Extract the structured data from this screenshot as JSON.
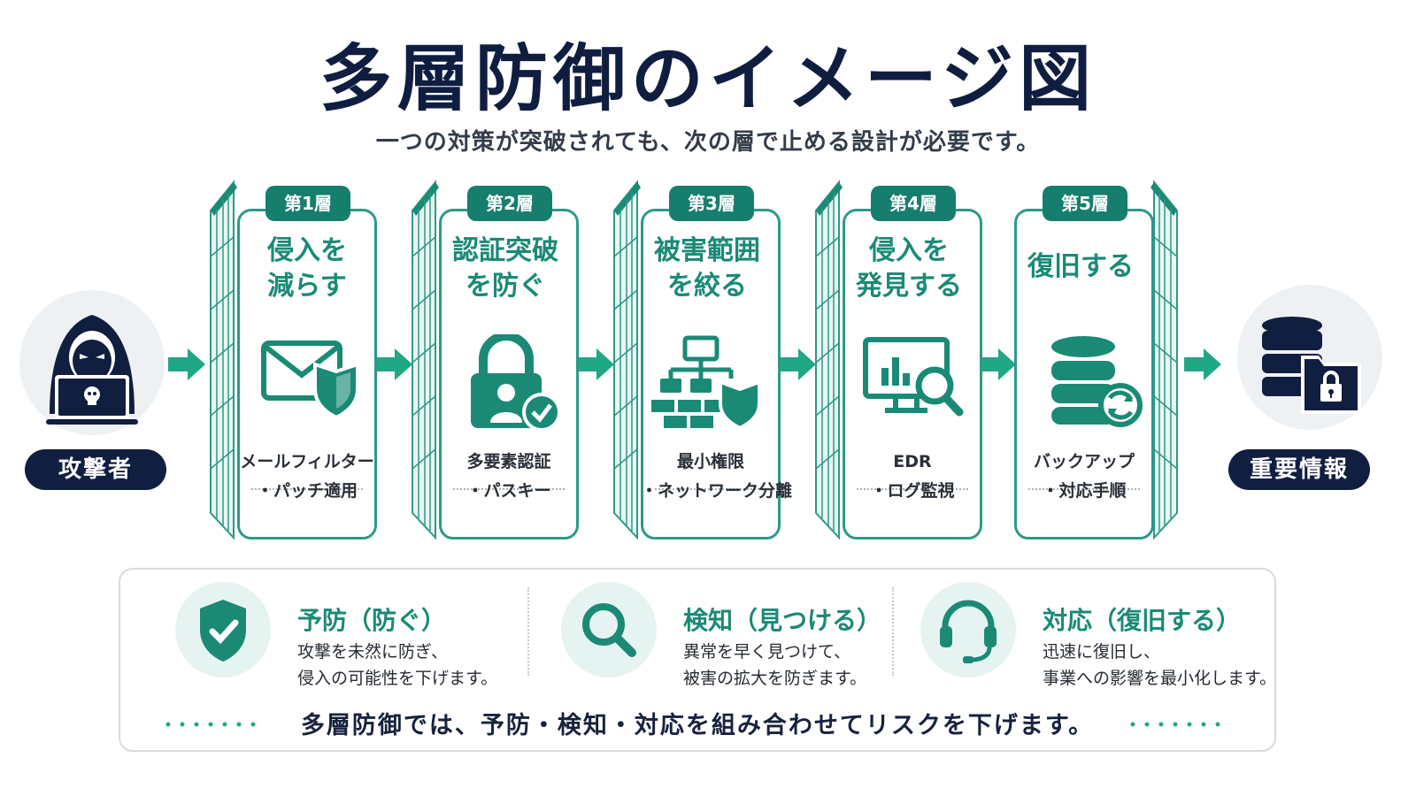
{
  "title": "多層防御のイメージ図",
  "subtitle": "一つの対策が突破されても、次の層で止める設計が必要です。",
  "attacker": {
    "label": "攻撃者",
    "icon": "hooded-hacker-icon"
  },
  "target": {
    "label": "重要情報",
    "icon": "database-lock-icon"
  },
  "layers": [
    {
      "badge": "第1層",
      "title": [
        "侵入を",
        "減らす"
      ],
      "icon": "mail-shield-icon",
      "desc": [
        "メールフィルター",
        "・パッチ適用"
      ]
    },
    {
      "badge": "第2層",
      "title": [
        "認証突破",
        "を防ぐ"
      ],
      "icon": "lock-user-icon",
      "desc": [
        "多要素認証",
        "・パスキー"
      ]
    },
    {
      "badge": "第3層",
      "title": [
        "被害範囲",
        "を絞る"
      ],
      "icon": "network-firewall-icon",
      "desc": [
        "最小権限",
        "・ネットワーク分離"
      ]
    },
    {
      "badge": "第4層",
      "title": [
        "侵入を",
        "発見する"
      ],
      "icon": "monitor-search-icon",
      "desc": [
        "EDR",
        "・ログ監視"
      ]
    },
    {
      "badge": "第5層",
      "title": [
        "復旧する"
      ],
      "icon": "database-restore-icon",
      "desc": [
        "バックアップ",
        "・対応手順"
      ]
    }
  ],
  "features": [
    {
      "title": "予防（防ぐ）",
      "desc": [
        "攻撃を未然に防ぎ、",
        "侵入の可能性を下げます。"
      ],
      "icon": "shield-check-icon"
    },
    {
      "title": "検知（見つける）",
      "desc": [
        "異常を早く見つけて、",
        "被害の拡大を防ぎます。"
      ],
      "icon": "magnifier-icon"
    },
    {
      "title": "対応（復旧する）",
      "desc": [
        "迅速に復旧し、",
        "事業への影響を最小化します。"
      ],
      "icon": "headset-icon"
    }
  ],
  "summary": "多層防御では、予防・検知・対応を組み合わせてリスクを下げます。",
  "colors": {
    "teal": "#1a8a75",
    "navy": "#101e3f",
    "accent": "#20a784"
  }
}
